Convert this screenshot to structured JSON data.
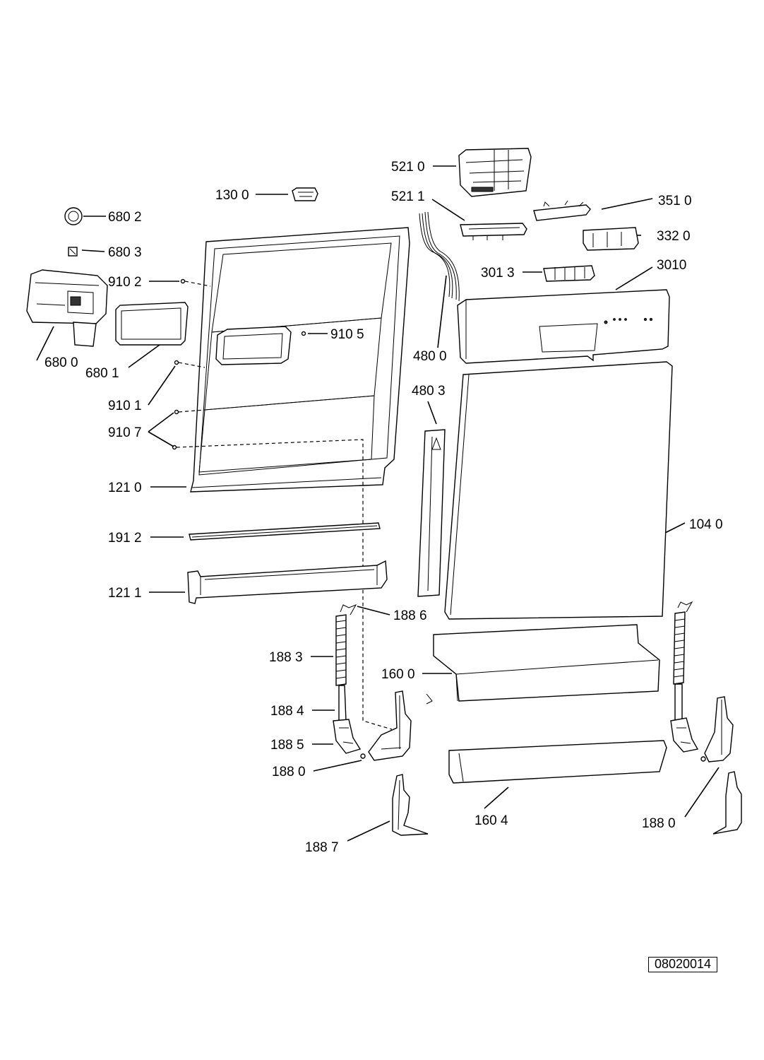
{
  "labels": {
    "l5210": "521 0",
    "l1300": "130 0",
    "l5211": "521 1",
    "l3510": "351 0",
    "l6802": "680 2",
    "l3320": "332 0",
    "l6803": "680 3",
    "l3013": "301 3",
    "l3010": "3010",
    "l9102": "910 2",
    "l9105": "910 5",
    "l4800": "480 0",
    "l6800": "680 0",
    "l6801": "680 1",
    "l4803": "480 3",
    "l9101": "910 1",
    "l9107": "910 7",
    "l1210": "121 0",
    "l1040": "104 0",
    "l1912": "191 2",
    "l1211": "121 1",
    "l1886": "188 6",
    "l1883": "188 3",
    "l1600": "160 0",
    "l1884": "188 4",
    "l1885": "188 5",
    "l1880a": "188 0",
    "l1604": "160 4",
    "l1880b": "188 0",
    "l1887": "188 7"
  },
  "doc_number": "08020014"
}
